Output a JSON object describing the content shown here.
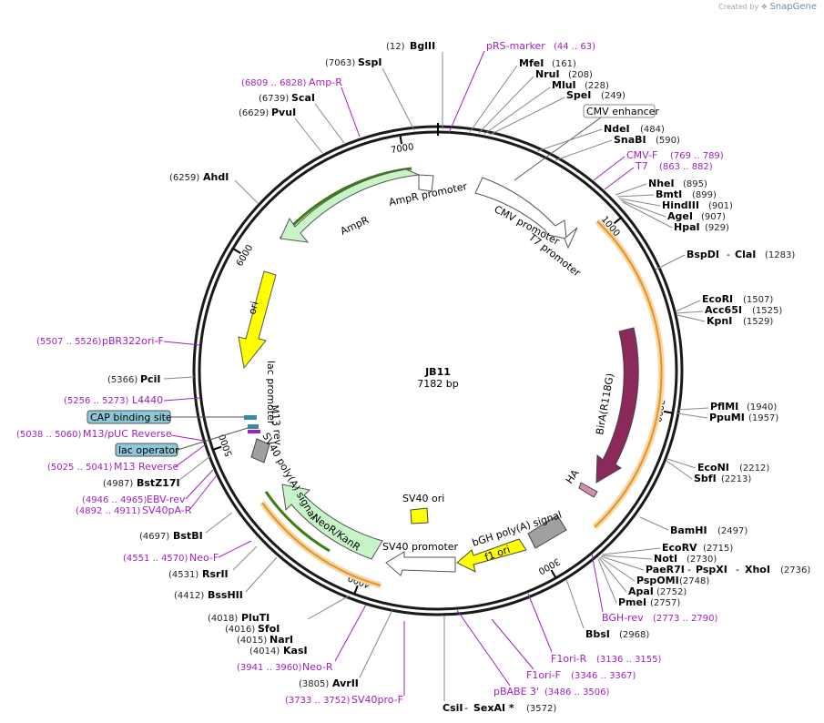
{
  "credit": {
    "text": "Created by",
    "brand": "SnapGene",
    "icon": "snapgene-logo-icon"
  },
  "plasmid": {
    "name": "JB11",
    "length_label": "7182 bp",
    "length": 7182
  },
  "ticks": [
    {
      "pos": 1000,
      "label": "1000"
    },
    {
      "pos": 2000,
      "label": "2000"
    },
    {
      "pos": 3000,
      "label": "3000"
    },
    {
      "pos": 4000,
      "label": "4000"
    },
    {
      "pos": 5000,
      "label": "5000"
    },
    {
      "pos": 6000,
      "label": "6000"
    },
    {
      "pos": 7000,
      "label": "7000"
    }
  ],
  "features": [
    {
      "label": "AmpR promoter"
    },
    {
      "label": "AmpR"
    },
    {
      "label": "ori"
    },
    {
      "label": "lac promoter"
    },
    {
      "label": "M13 rev"
    },
    {
      "label": "SV40 poly(A) signal"
    },
    {
      "label": "NeoR/KanR"
    },
    {
      "label": "SV40 promoter"
    },
    {
      "label": "SV40 ori"
    },
    {
      "label": "f1 ori"
    },
    {
      "label": "bGH poly(A) signal"
    },
    {
      "label": "HA"
    },
    {
      "label": "BirA(R118G)"
    },
    {
      "label": "CMV promoter"
    },
    {
      "label": "T7 promoter"
    },
    {
      "label": "CMV enhancer"
    },
    {
      "label": "CAP binding site"
    },
    {
      "label": "lac operator"
    }
  ],
  "sites": [
    {
      "name": "BglII",
      "pos": "(12)"
    },
    {
      "name": "SspI",
      "pos": "(7063)"
    },
    {
      "name": "ScaI",
      "pos": "(6739)"
    },
    {
      "name": "PvuI",
      "pos": "(6629)"
    },
    {
      "name": "AhdI",
      "pos": "(6259)"
    },
    {
      "name": "PciI",
      "pos": "(5366)"
    },
    {
      "name": "BstZ17I",
      "pos": "(4987)"
    },
    {
      "name": "BstBI",
      "pos": "(4697)"
    },
    {
      "name": "RsrII",
      "pos": "(4531)"
    },
    {
      "name": "BssHII",
      "pos": "(4412)"
    },
    {
      "name": "PluTI",
      "pos": "(4018)"
    },
    {
      "name": "SfoI",
      "pos": "(4016)"
    },
    {
      "name": "NarI",
      "pos": "(4015)"
    },
    {
      "name": "KasI",
      "pos": "(4014)"
    },
    {
      "name": "AvrII",
      "pos": "(3805)"
    },
    {
      "name": "CsiI",
      "pos": "(3572)"
    },
    {
      "name": "SexAI *",
      "pos": ""
    },
    {
      "name": "MfeI",
      "pos": "(161)"
    },
    {
      "name": "NruI",
      "pos": "(208)"
    },
    {
      "name": "MluI",
      "pos": "(228)"
    },
    {
      "name": "SpeI",
      "pos": "(249)"
    },
    {
      "name": "NdeI",
      "pos": "(484)"
    },
    {
      "name": "SnaBI",
      "pos": "(590)"
    },
    {
      "name": "NheI",
      "pos": "(895)"
    },
    {
      "name": "BmtI",
      "pos": "(899)"
    },
    {
      "name": "HindIII",
      "pos": "(901)"
    },
    {
      "name": "AgeI",
      "pos": "(907)"
    },
    {
      "name": "HpaI",
      "pos": "(929)"
    },
    {
      "name": "BspDI",
      "pos": ""
    },
    {
      "name": "ClaI",
      "pos": "(1283)"
    },
    {
      "name": "EcoRI",
      "pos": "(1507)"
    },
    {
      "name": "Acc65I",
      "pos": "(1525)"
    },
    {
      "name": "KpnI",
      "pos": "(1529)"
    },
    {
      "name": "PflMI",
      "pos": "(1940)"
    },
    {
      "name": "PpuMI",
      "pos": "(1957)"
    },
    {
      "name": "EcoNI",
      "pos": "(2212)"
    },
    {
      "name": "SbfI",
      "pos": "(2213)"
    },
    {
      "name": "BamHI",
      "pos": "(2497)"
    },
    {
      "name": "EcoRV",
      "pos": "(2715)"
    },
    {
      "name": "NotI",
      "pos": "(2730)"
    },
    {
      "name": "PaeR7I",
      "pos": ""
    },
    {
      "name": "PspXI",
      "pos": ""
    },
    {
      "name": "XhoI",
      "pos": "(2736)"
    },
    {
      "name": "PspOMI",
      "pos": "(2748)"
    },
    {
      "name": "ApaI",
      "pos": "(2752)"
    },
    {
      "name": "PmeI",
      "pos": "(2757)"
    },
    {
      "name": "BbsI",
      "pos": "(2968)"
    }
  ],
  "primers": [
    {
      "name": "pRS-marker",
      "range": "(44 .. 63)"
    },
    {
      "name": "Amp-R",
      "range": "(6809 .. 6828)"
    },
    {
      "name": "pBR322ori-F",
      "range": "(5507 .. 5526)"
    },
    {
      "name": "L4440",
      "range": "(5256 .. 5273)"
    },
    {
      "name": "M13/pUC Reverse",
      "range": "(5038 .. 5060)"
    },
    {
      "name": "M13 Reverse",
      "range": "(5025 .. 5041)"
    },
    {
      "name": "EBV-rev",
      "range": "(4946 .. 4965)"
    },
    {
      "name": "SV40pA-R",
      "range": "(4892 .. 4911)"
    },
    {
      "name": "Neo-F",
      "range": "(4551 .. 4570)"
    },
    {
      "name": "Neo-R",
      "range": "(3941 .. 3960)"
    },
    {
      "name": "SV40pro-F",
      "range": "(3733 .. 3752)"
    },
    {
      "name": "pBABE 3'",
      "range": "(3486 .. 3506)"
    },
    {
      "name": "F1ori-F",
      "range": "(3346 .. 3367)"
    },
    {
      "name": "F1ori-R",
      "range": "(3136 .. 3155)"
    },
    {
      "name": "BGH-rev",
      "range": "(2773 .. 2790)"
    },
    {
      "name": "CMV-F",
      "range": "(769 .. 789)"
    },
    {
      "name": "T7",
      "range": "(863 .. 882)"
    }
  ],
  "colors": {
    "backbone": "#1a1a1a",
    "promoter": "#ffffff",
    "cds_amp": "#c8f5c8",
    "ori": "#ffff00",
    "birA": "#8b2a5a",
    "polyA": "#a0a0a0",
    "primer": "#a020c0",
    "orange_track": "#e8a040",
    "green_track": "#3a8a20",
    "box_fill": "#8ec8d8"
  }
}
